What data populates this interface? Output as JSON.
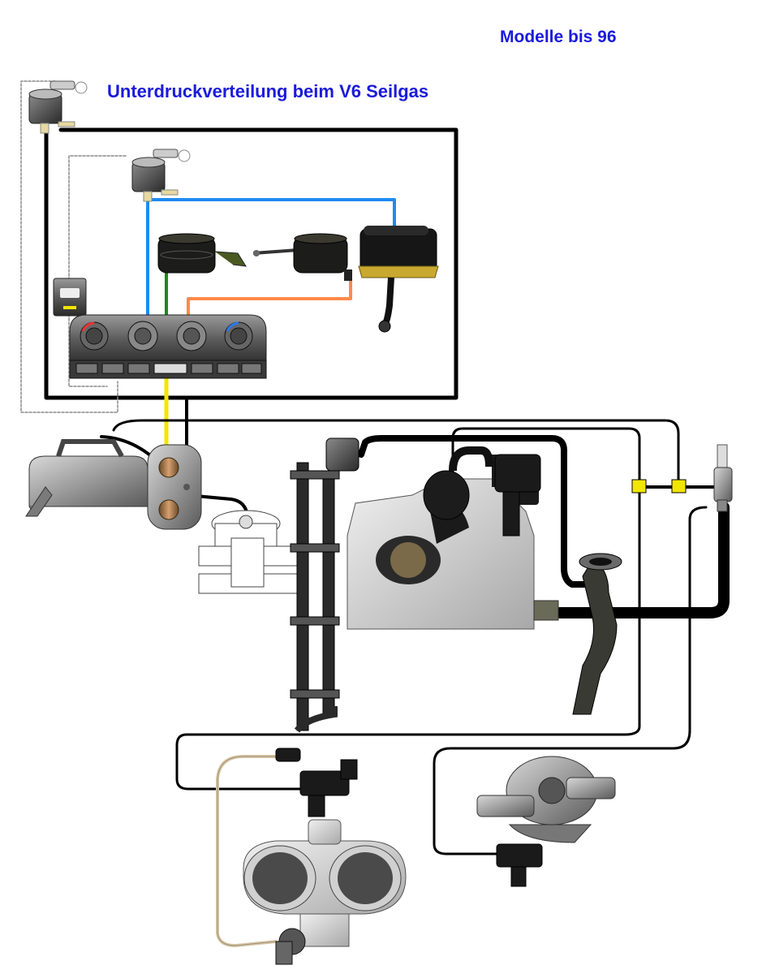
{
  "header": {
    "model_label": "Modelle bis 96",
    "title": "Unterdruckverteilung beim  V6  Seilgas"
  },
  "colors": {
    "title": "#1a1adc",
    "hose_black": "#000000",
    "hose_blue": "#1e8bf0",
    "hose_green": "#1a8a1a",
    "hose_orange": "#ff8a4a",
    "hose_yellow": "#f2e600",
    "hose_dotted": "#888888",
    "hose_tan": "#d8c8a8"
  },
  "components": [
    {
      "key": "solenoid-valve-top",
      "icon": "solenoid-valve-icon"
    },
    {
      "key": "solenoid-valve-second",
      "icon": "solenoid-valve-icon"
    },
    {
      "key": "vacuum-actuator-left",
      "icon": "vacuum-actuator-icon"
    },
    {
      "key": "vacuum-actuator-right",
      "icon": "vacuum-actuator-icon"
    },
    {
      "key": "vacuum-reservoir-box",
      "icon": "vacuum-reservoir-icon"
    },
    {
      "key": "ac-switch",
      "icon": "ac-switch-icon"
    },
    {
      "key": "climate-control-panel",
      "icon": "climate-panel-icon"
    },
    {
      "key": "vacuum-tank",
      "icon": "vacuum-tank-icon"
    },
    {
      "key": "heater-valve",
      "icon": "heater-valve-icon"
    },
    {
      "key": "water-valve",
      "icon": "water-valve-icon"
    },
    {
      "key": "fuel-rail",
      "icon": "fuel-rail-icon"
    },
    {
      "key": "intake-manifold",
      "icon": "intake-manifold-icon"
    },
    {
      "key": "check-valve",
      "icon": "check-valve-icon"
    },
    {
      "key": "intake-tube",
      "icon": "intake-tube-icon"
    },
    {
      "key": "throttle-body",
      "icon": "throttle-body-icon"
    },
    {
      "key": "secondary-air-valve",
      "icon": "secondary-air-valve-icon"
    }
  ]
}
